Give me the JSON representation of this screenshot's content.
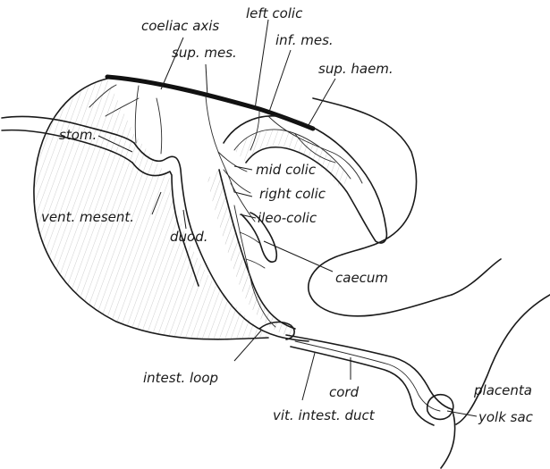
{
  "labels": {
    "coeliac_axis": "coeliac axis",
    "left_colic": "left colic",
    "sup_mes": "sup. mes.",
    "inf_mes": "inf. mes.",
    "sup_haem": "sup. haem.",
    "stom": "stom.",
    "mid_colic": "mid colic",
    "right_colic": "right colic",
    "ileo_colic": "ileo-colic",
    "vent_mesent": "vent. mesent.",
    "duod": "duod.",
    "caecum": "caecum",
    "intest_loop": "intest. loop",
    "cord": "cord",
    "placenta": "placenta",
    "vit_intest_duct": "vit. intest. duct",
    "yolk_sac": "yolk sac"
  },
  "colors": {
    "ink": "#1a1a1a",
    "background": "#ffffff"
  }
}
